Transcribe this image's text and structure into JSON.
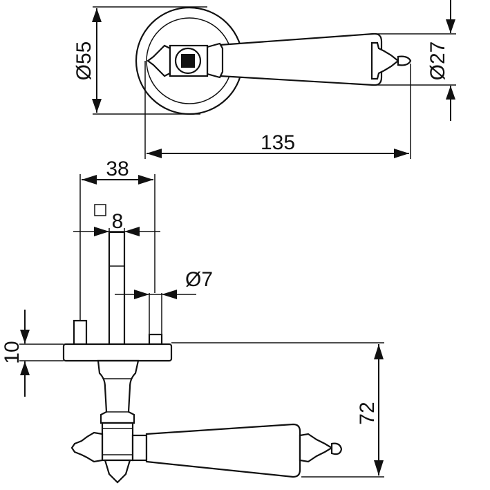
{
  "dimensions": {
    "rose_diameter": "Ø55",
    "handle_tip_diameter": "Ø27",
    "handle_length": "135",
    "backset": "38",
    "spindle_square": "8",
    "screw_diameter": "Ø7",
    "rose_thickness": "10",
    "projection": "72"
  },
  "colors": {
    "line": "#111111",
    "background": "#ffffff"
  }
}
